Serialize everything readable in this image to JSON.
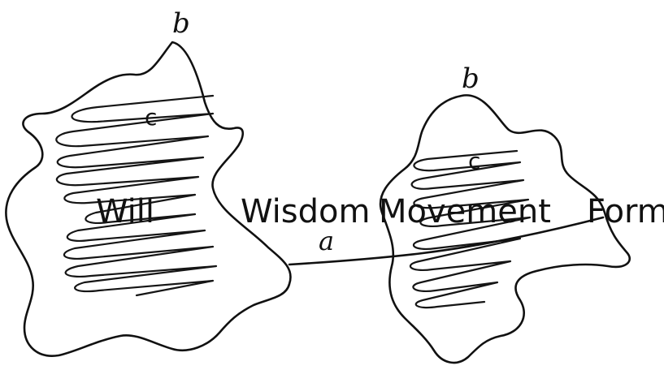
{
  "labels": {
    "left_top_letter": "b",
    "left_inner_letter": "c",
    "right_top_letter": "b",
    "right_inner_letter": "c",
    "connector_letter": "a",
    "will": "Will",
    "wisdom": "Wisdom",
    "movement": "Movement",
    "form": "Form"
  }
}
